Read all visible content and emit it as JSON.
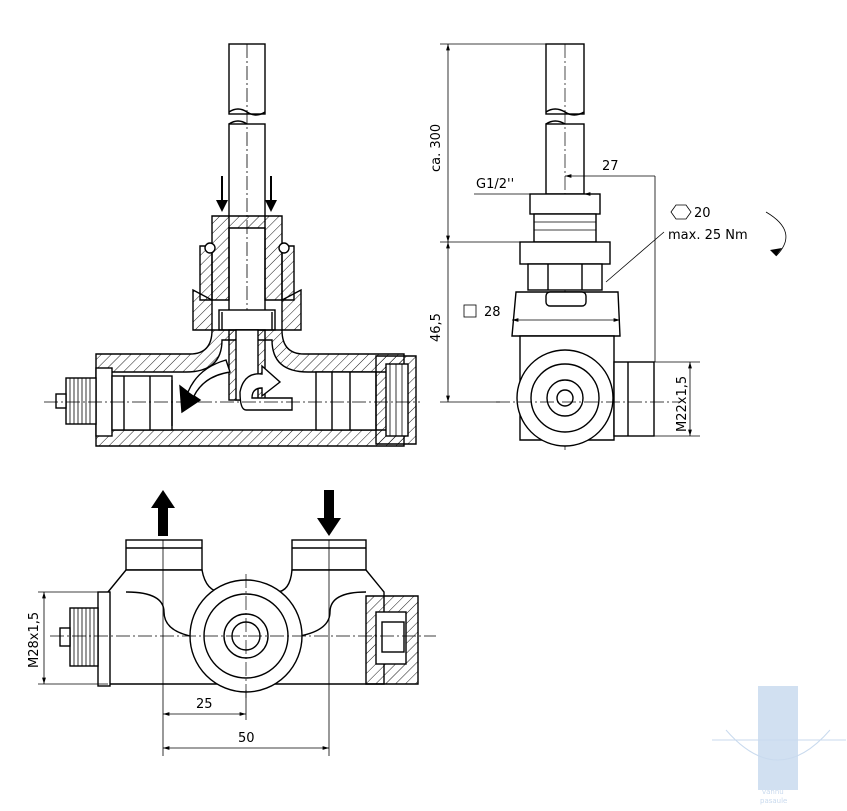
{
  "labels": {
    "length_ca": "ca. 300",
    "thread_g": "G1/2''",
    "offset_27": "27",
    "hex_20": "20",
    "torque": "max. 25 Nm",
    "height_46": "46,5",
    "square_28": "28",
    "thread_m22": "M22x1,5",
    "thread_m28": "M28x1,5",
    "spacing_25": "25",
    "spacing_50": "50"
  },
  "watermark": {
    "line1": "vannu",
    "line2": "pasaule"
  },
  "colors": {
    "line": "#000000",
    "watermark": "#c9daee"
  },
  "icons": [
    "hexagon-icon",
    "square-icon",
    "rotation-arrow-icon",
    "flow-up-arrow-icon",
    "flow-down-arrow-icon"
  ]
}
